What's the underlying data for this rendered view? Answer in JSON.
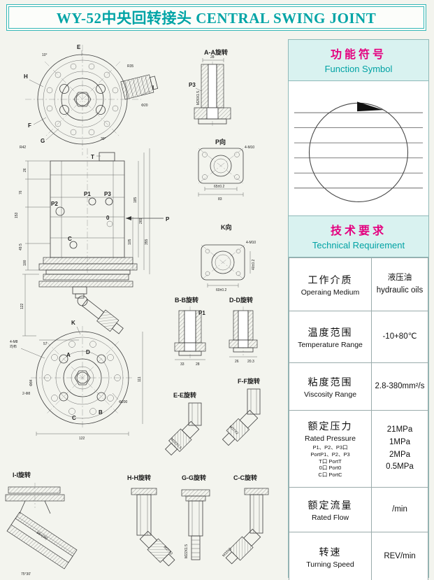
{
  "page": {
    "title": "WY-52中央回转接头 CENTRAL SWING JOINT"
  },
  "panel": {
    "function_symbol": {
      "cn": "功能符号",
      "en": "Function Symbol"
    },
    "technical": {
      "cn": "技术要求",
      "en": "Technical Requirement"
    },
    "table": {
      "rows": [
        {
          "cn": "工作介质",
          "en": "Operaing Medium",
          "value": "液压油\nhydraulic oils"
        },
        {
          "cn": "温度范围",
          "en": "Temperature Range",
          "value": "-10+80℃"
        },
        {
          "cn": "粘度范围",
          "en": "Viscosity Range",
          "value": "2.8-380mm²/s"
        },
        {
          "cn": "额定压力",
          "en": "Rated Pressure",
          "sub": "P1、P2、P3口\nPortP1、P2、P3\nT口 PortT\n0口 Port0\nC口 PortC",
          "value": "21MPa\n1MPa\n2MPa\n0.5MPa"
        },
        {
          "cn": "额定流量",
          "en": "Rated Flow",
          "value": "/min"
        },
        {
          "cn": "转速",
          "en": "Turning Speed",
          "value": "REV/min"
        }
      ]
    }
  },
  "d": {
    "aa": "A-A旋转",
    "pv": "P向",
    "kv": "K向",
    "bb": "B-B旋转",
    "dd": "D-D旋转",
    "ff": "F-F旋转",
    "ee": "E-E旋转",
    "ii": "I-I旋转",
    "hh": "H-H旋转",
    "gg": "G-G旋转",
    "cc": "C-C旋转",
    "E": "E",
    "H": "H",
    "I": "I",
    "F": "F",
    "G": "G",
    "T": "T",
    "P1": "P1",
    "P2": "P2",
    "P3": "P3",
    "O": "0",
    "C": "C",
    "P": "P",
    "K": "K",
    "A": "A",
    "B": "B",
    "D": "D",
    "r35": "R35",
    "r42": "R42",
    "deg30": "30°",
    "deg10": "10°",
    "phi20": "Φ20",
    "d28": "28",
    "m26": "M26X1.5",
    "m10": "4-M10",
    "d65": "65±0.2",
    "d83": "83",
    "d26": "26",
    "d76": "76",
    "d153": "153",
    "d495": "49.5",
    "d100": "100",
    "d269": "269",
    "d355": "355",
    "d185": "185",
    "d105": "105",
    "d60": "60±0.2",
    "d40": "40±0.2",
    "d122": "122",
    "d57": "57",
    "m8": "4-M8",
    "junbu": "均布",
    "phi84": "Φ84",
    "phi8": "2-Φ8",
    "phi200": "Φ200",
    "d111": "111",
    "d33": "33",
    "d203": "20.3",
    "m27": "M27X2",
    "m22": "M22X1.5",
    "m33": "M33X2",
    "d88": "88+(29)",
    "deg75": "75°30'"
  }
}
